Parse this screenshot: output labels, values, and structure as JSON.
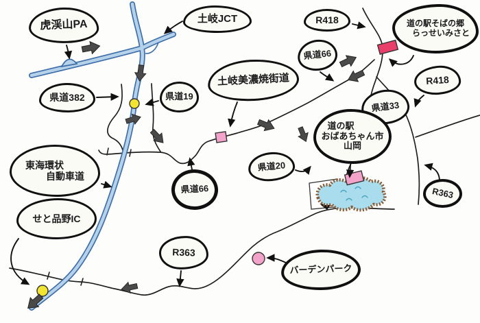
{
  "map": {
    "bubbles": {
      "kokeizan_pa": {
        "label": "虎渓山PA"
      },
      "toki_jct": {
        "label": "土岐JCT"
      },
      "r418_top": {
        "label": "R418"
      },
      "soba_no_sato": {
        "line1": "道の駅そばの郷",
        "line2": "らっせいみさと"
      },
      "kendo66_top": {
        "label": "県道66"
      },
      "r418_right": {
        "label": "R418"
      },
      "kendo382": {
        "label": "県道382"
      },
      "kendo19": {
        "label": "県道19"
      },
      "toki_minoyaki": {
        "label": "土岐美濃焼街道"
      },
      "kendo33": {
        "label": "県道33"
      },
      "michinoeki_yamaoka": {
        "line1": "道の駅",
        "line2": "おばあちゃん市",
        "line3": "山岡"
      },
      "kendo20": {
        "label": "県道20"
      },
      "kendo66_mid": {
        "label": "県道66"
      },
      "tokai_kanjo": {
        "line1": "東海環状",
        "line2": "自動車道"
      },
      "seto_shinano": {
        "label": "せと品野IC"
      },
      "r363_bottom": {
        "label": "R363"
      },
      "baden_park": {
        "label": "バーデンパーク"
      },
      "r363_right": {
        "label": "R363"
      }
    },
    "markers": {
      "pa_bump": "parking-area-bump",
      "ic_north": "interchange-dot",
      "ic_south": "interchange-dot",
      "rasseimisato_building": "red-rectangle",
      "roadside_square": "pink-square",
      "yamaoka_building": "pink-rectangle",
      "baden_park_spot": "pink-circle",
      "pond": "lake-with-brown-shore"
    },
    "colors": {
      "expressway_fill": "#b5d2ea",
      "expressway_edge": "#3f6fa8",
      "road": "#1f1f1f",
      "marker_red": "#e8406b",
      "marker_pink": "#f3a3ca",
      "marker_yellow": "#f2e433",
      "lake_fill": "#a9dcec",
      "lake_shore": "#8a5a32",
      "arrow_gray": "#4a4a4a"
    }
  }
}
